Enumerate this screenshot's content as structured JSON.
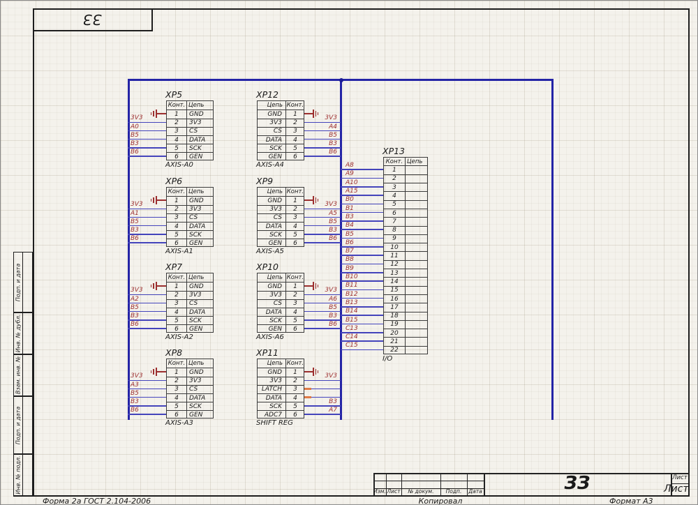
{
  "frame": {
    "stamp_rotated": "ЗЗ",
    "form_note": "Форма 2а ГОСТ 2.104-2006",
    "copied": "Копировал",
    "format": "Формат А3",
    "side_labels": [
      "Подп. и дата",
      "Инв. № дубл.",
      "Взам. инв. №",
      "Подп. и дата",
      "Инв. № подл."
    ],
    "title_block": {
      "col_labels": [
        "Изм.",
        "Лист",
        "№ докум.",
        "Подп.",
        "Дата"
      ],
      "doc_number": "ЗЗ",
      "sheet_header": "Лист",
      "sheet_value": "Лист"
    }
  },
  "headers": {
    "pin": "Конт.",
    "net": "Цепь"
  },
  "colors": {
    "wire": "#4343bb",
    "bus": "#2424a6",
    "label": "#9c2e2e",
    "ground": "#9c2e2e",
    "stub": "#e07a45"
  },
  "connectors": [
    {
      "name": "XP5",
      "form": "left",
      "row": 0,
      "footer": "AXIS-A0",
      "pins": [
        {
          "n": "1",
          "net": "GND",
          "c": "gnd"
        },
        {
          "n": "2",
          "net": "3V3",
          "sig": "3V3",
          "c": "wire"
        },
        {
          "n": "3",
          "net": "CS",
          "sig": "A0",
          "c": "wire"
        },
        {
          "n": "4",
          "net": "DATA",
          "sig": "B5",
          "c": "wire"
        },
        {
          "n": "5",
          "net": "SCK",
          "sig": "B3",
          "c": "wire"
        },
        {
          "n": "6",
          "net": "GEN",
          "sig": "B6",
          "c": "wire"
        }
      ]
    },
    {
      "name": "XP6",
      "form": "left",
      "row": 1,
      "footer": "AXIS-A1",
      "pins": [
        {
          "n": "1",
          "net": "GND",
          "c": "gnd"
        },
        {
          "n": "2",
          "net": "3V3",
          "sig": "3V3",
          "c": "wire"
        },
        {
          "n": "3",
          "net": "CS",
          "sig": "A1",
          "c": "wire"
        },
        {
          "n": "4",
          "net": "DATA",
          "sig": "B5",
          "c": "wire"
        },
        {
          "n": "5",
          "net": "SCK",
          "sig": "B3",
          "c": "wire"
        },
        {
          "n": "6",
          "net": "GEN",
          "sig": "B6",
          "c": "wire"
        }
      ]
    },
    {
      "name": "XP7",
      "form": "left",
      "row": 2,
      "footer": "AXIS-A2",
      "pins": [
        {
          "n": "1",
          "net": "GND",
          "c": "gnd"
        },
        {
          "n": "2",
          "net": "3V3",
          "sig": "3V3",
          "c": "wire"
        },
        {
          "n": "3",
          "net": "CS",
          "sig": "A2",
          "c": "wire"
        },
        {
          "n": "4",
          "net": "DATA",
          "sig": "B5",
          "c": "wire"
        },
        {
          "n": "5",
          "net": "SCK",
          "sig": "B3",
          "c": "wire"
        },
        {
          "n": "6",
          "net": "GEN",
          "sig": "B6",
          "c": "wire"
        }
      ]
    },
    {
      "name": "XP8",
      "form": "left",
      "row": 3,
      "footer": "AXIS-A3",
      "pins": [
        {
          "n": "1",
          "net": "GND",
          "c": "gnd"
        },
        {
          "n": "2",
          "net": "3V3",
          "sig": "3V3",
          "c": "wire"
        },
        {
          "n": "3",
          "net": "CS",
          "sig": "A3",
          "c": "wire"
        },
        {
          "n": "4",
          "net": "DATA",
          "sig": "B5",
          "c": "wire"
        },
        {
          "n": "5",
          "net": "SCK",
          "sig": "B3",
          "c": "wire"
        },
        {
          "n": "6",
          "net": "GEN",
          "sig": "B6",
          "c": "wire"
        }
      ]
    },
    {
      "name": "XP12",
      "form": "right",
      "row": 0,
      "footer": "AXIS-A4",
      "pins": [
        {
          "n": "1",
          "net": "GND",
          "c": "gnd"
        },
        {
          "n": "2",
          "net": "3V3",
          "sig": "3V3",
          "c": "wire"
        },
        {
          "n": "3",
          "net": "CS",
          "sig": "A4",
          "c": "wire"
        },
        {
          "n": "4",
          "net": "DATA",
          "sig": "B5",
          "c": "wire"
        },
        {
          "n": "5",
          "net": "SCK",
          "sig": "B3",
          "c": "wire"
        },
        {
          "n": "6",
          "net": "GEN",
          "sig": "B6",
          "c": "wire"
        }
      ]
    },
    {
      "name": "XP9",
      "form": "right",
      "row": 1,
      "footer": "AXIS-A5",
      "pins": [
        {
          "n": "1",
          "net": "GND",
          "c": "gnd"
        },
        {
          "n": "2",
          "net": "3V3",
          "sig": "3V3",
          "c": "wire"
        },
        {
          "n": "3",
          "net": "CS",
          "sig": "A5",
          "c": "wire"
        },
        {
          "n": "4",
          "net": "DATA",
          "sig": "B5",
          "c": "wire"
        },
        {
          "n": "5",
          "net": "SCK",
          "sig": "B3",
          "c": "wire"
        },
        {
          "n": "6",
          "net": "GEN",
          "sig": "B6",
          "c": "wire"
        }
      ]
    },
    {
      "name": "XP10",
      "form": "right",
      "row": 2,
      "footer": "AXIS-A6",
      "pins": [
        {
          "n": "1",
          "net": "GND",
          "c": "gnd"
        },
        {
          "n": "2",
          "net": "3V3",
          "sig": "3V3",
          "c": "wire"
        },
        {
          "n": "3",
          "net": "CS",
          "sig": "A6",
          "c": "wire"
        },
        {
          "n": "4",
          "net": "DATA",
          "sig": "B5",
          "c": "wire"
        },
        {
          "n": "5",
          "net": "SCK",
          "sig": "B3",
          "c": "wire"
        },
        {
          "n": "6",
          "net": "GEN",
          "sig": "B6",
          "c": "wire"
        }
      ]
    },
    {
      "name": "XP11",
      "form": "right",
      "row": 3,
      "footer": "SHIFT REG",
      "pins": [
        {
          "n": "1",
          "net": "GND",
          "c": "gnd"
        },
        {
          "n": "2",
          "net": "3V3",
          "sig": "3V3",
          "c": "wire"
        },
        {
          "n": "3",
          "net": "LATCH",
          "c": "stub"
        },
        {
          "n": "4",
          "net": "DATA",
          "c": "stub"
        },
        {
          "n": "5",
          "net": "SCK",
          "sig": "B3",
          "c": "wire"
        },
        {
          "n": "6",
          "net": "ADC7",
          "sig": "A7",
          "c": "wire"
        }
      ]
    },
    {
      "name": "XP13",
      "form": "big",
      "row": 0,
      "footer": "I/O",
      "pins": [
        {
          "n": "1",
          "sig": "A8",
          "c": "wire"
        },
        {
          "n": "2",
          "sig": "A9",
          "c": "wire"
        },
        {
          "n": "3",
          "sig": "A10",
          "c": "wire"
        },
        {
          "n": "4",
          "sig": "A15",
          "c": "wire"
        },
        {
          "n": "5",
          "sig": "B0",
          "c": "wire"
        },
        {
          "n": "6",
          "sig": "B1",
          "c": "wire"
        },
        {
          "n": "7",
          "sig": "B3",
          "c": "wire"
        },
        {
          "n": "8",
          "sig": "B4",
          "c": "wire"
        },
        {
          "n": "9",
          "sig": "B5",
          "c": "wire"
        },
        {
          "n": "10",
          "sig": "B6",
          "c": "wire"
        },
        {
          "n": "11",
          "sig": "B7",
          "c": "wire"
        },
        {
          "n": "12",
          "sig": "B8",
          "c": "wire"
        },
        {
          "n": "13",
          "sig": "B9",
          "c": "wire"
        },
        {
          "n": "14",
          "sig": "B10",
          "c": "wire"
        },
        {
          "n": "15",
          "sig": "B11",
          "c": "wire"
        },
        {
          "n": "16",
          "sig": "B12",
          "c": "wire"
        },
        {
          "n": "17",
          "sig": "B13",
          "c": "wire"
        },
        {
          "n": "18",
          "sig": "B14",
          "c": "wire"
        },
        {
          "n": "19",
          "sig": "B15",
          "c": "wire"
        },
        {
          "n": "20",
          "sig": "C13",
          "c": "wire"
        },
        {
          "n": "21",
          "sig": "C14",
          "c": "wire"
        },
        {
          "n": "22",
          "sig": "C15",
          "c": "wire"
        }
      ]
    }
  ]
}
